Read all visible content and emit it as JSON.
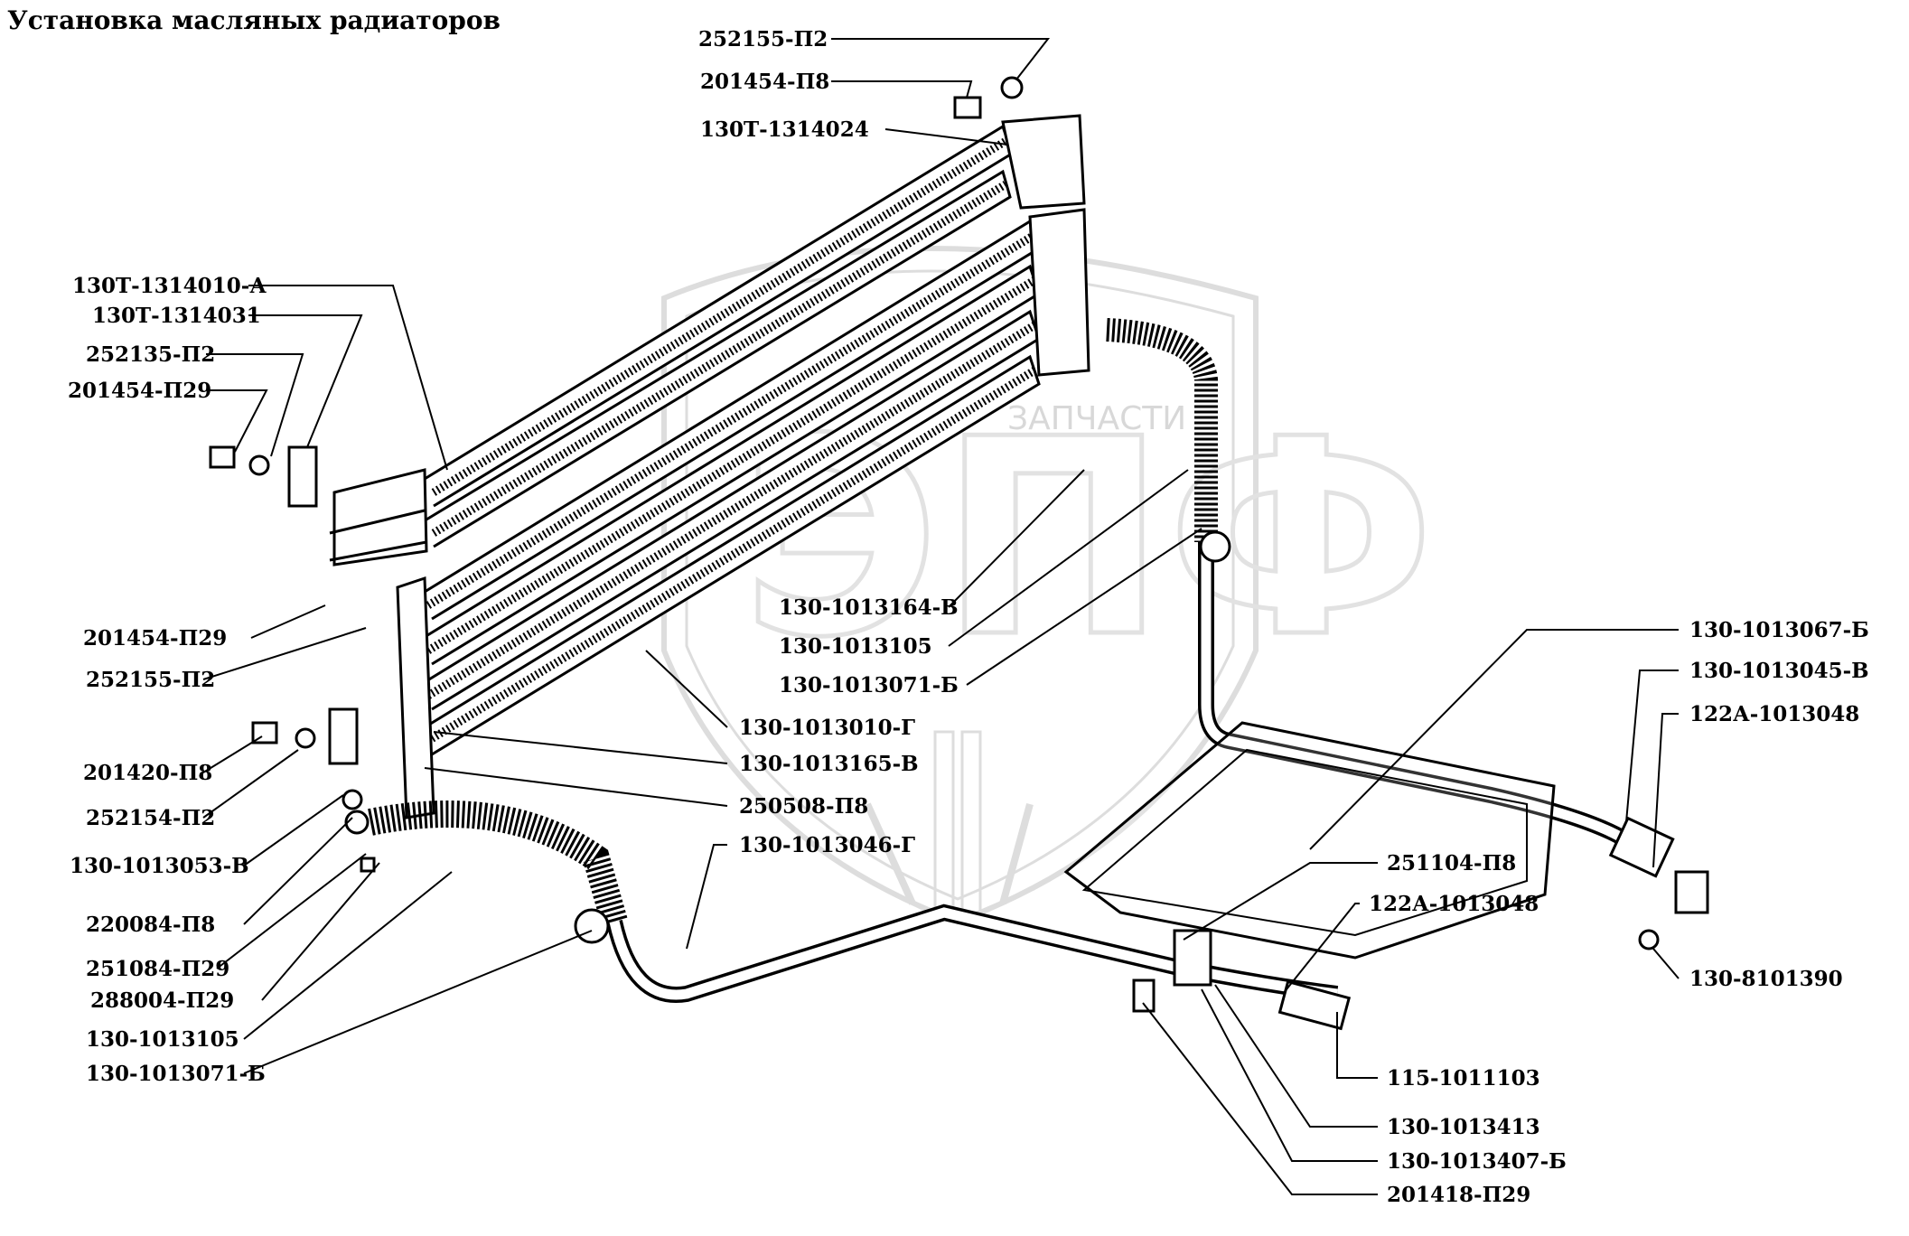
{
  "title": "Установка масляных радиаторов",
  "watermark": {
    "logo": "ЭПФ",
    "caption": "ЗАПЧАСТИ"
  },
  "labels": [
    "252155-П2",
    "201454-П8",
    "130Т-1314024",
    "130Т-1314010-А",
    "130Т-1314031",
    "252135-П2",
    "201454-П29",
    "201454-П29",
    "252155-П2",
    "201420-П8",
    "252154-П2",
    "130-1013053-В",
    "220084-П8",
    "251084-П29",
    "288004-П29",
    "130-1013105",
    "130-1013071-Б",
    "130-1013164-В",
    "130-1013105",
    "130-1013071-Б",
    "130-1013010-Г",
    "130-1013165-В",
    "250508-П8",
    "130-1013046-Г",
    "130-1013067-Б",
    "130-1013045-В",
    "122А-1013048",
    "251104-П8",
    "122А-1013048",
    "130-8101390",
    "115-1011103",
    "130-1013413",
    "130-1013407-Б",
    "201418-П29"
  ]
}
